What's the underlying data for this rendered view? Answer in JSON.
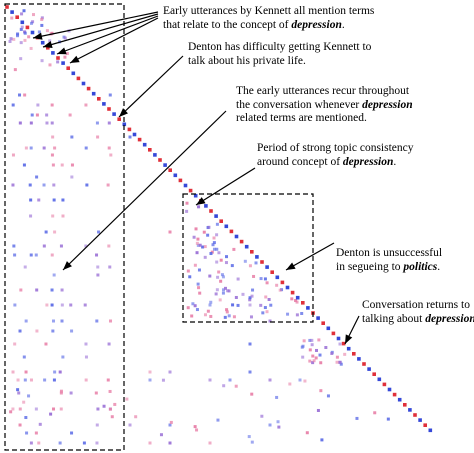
{
  "annotations": [
    {
      "id": "a1",
      "segments": [
        {
          "text": "Early utterances by Kennett all mention terms",
          "em": false,
          "br": true
        },
        {
          "text": "that relate to the concept of ",
          "em": false
        },
        {
          "text": "depression",
          "em": true
        },
        {
          "text": ".",
          "em": false
        }
      ]
    },
    {
      "id": "a2",
      "segments": [
        {
          "text": "Denton has difficulty getting Kennett to",
          "em": false,
          "br": true
        },
        {
          "text": "talk about his private life.",
          "em": false
        }
      ]
    },
    {
      "id": "a3",
      "segments": [
        {
          "text": "The early utterances recur throughout",
          "em": false,
          "br": true
        },
        {
          "text": "the conversation whenever ",
          "em": false
        },
        {
          "text": "depression",
          "em": true,
          "br": true
        },
        {
          "text": "related terms are mentioned.",
          "em": false
        }
      ]
    },
    {
      "id": "a4",
      "segments": [
        {
          "text": "Period of strong topic consistency",
          "em": false,
          "br": true
        },
        {
          "text": "around concept of ",
          "em": false
        },
        {
          "text": "depression",
          "em": true
        },
        {
          "text": ".",
          "em": false
        }
      ]
    },
    {
      "id": "a5",
      "segments": [
        {
          "text": "Denton is unsuccessful",
          "em": false,
          "br": true
        },
        {
          "text": "in segueing to ",
          "em": false
        },
        {
          "text": "politics",
          "em": true
        },
        {
          "text": ".",
          "em": false
        }
      ]
    },
    {
      "id": "a6",
      "segments": [
        {
          "text": "Conversation returns to",
          "em": false,
          "br": true
        },
        {
          "text": "talking about ",
          "em": false
        },
        {
          "text": "depression.",
          "em": true
        }
      ]
    }
  ],
  "colors": {
    "diagonal_red": "#e0303a",
    "diagonal_blue": "#3548d8",
    "point_blue": "#5a6ae6",
    "point_pink": "#e880a8",
    "point_purple": "#9a70d6",
    "box": "#000000"
  }
}
